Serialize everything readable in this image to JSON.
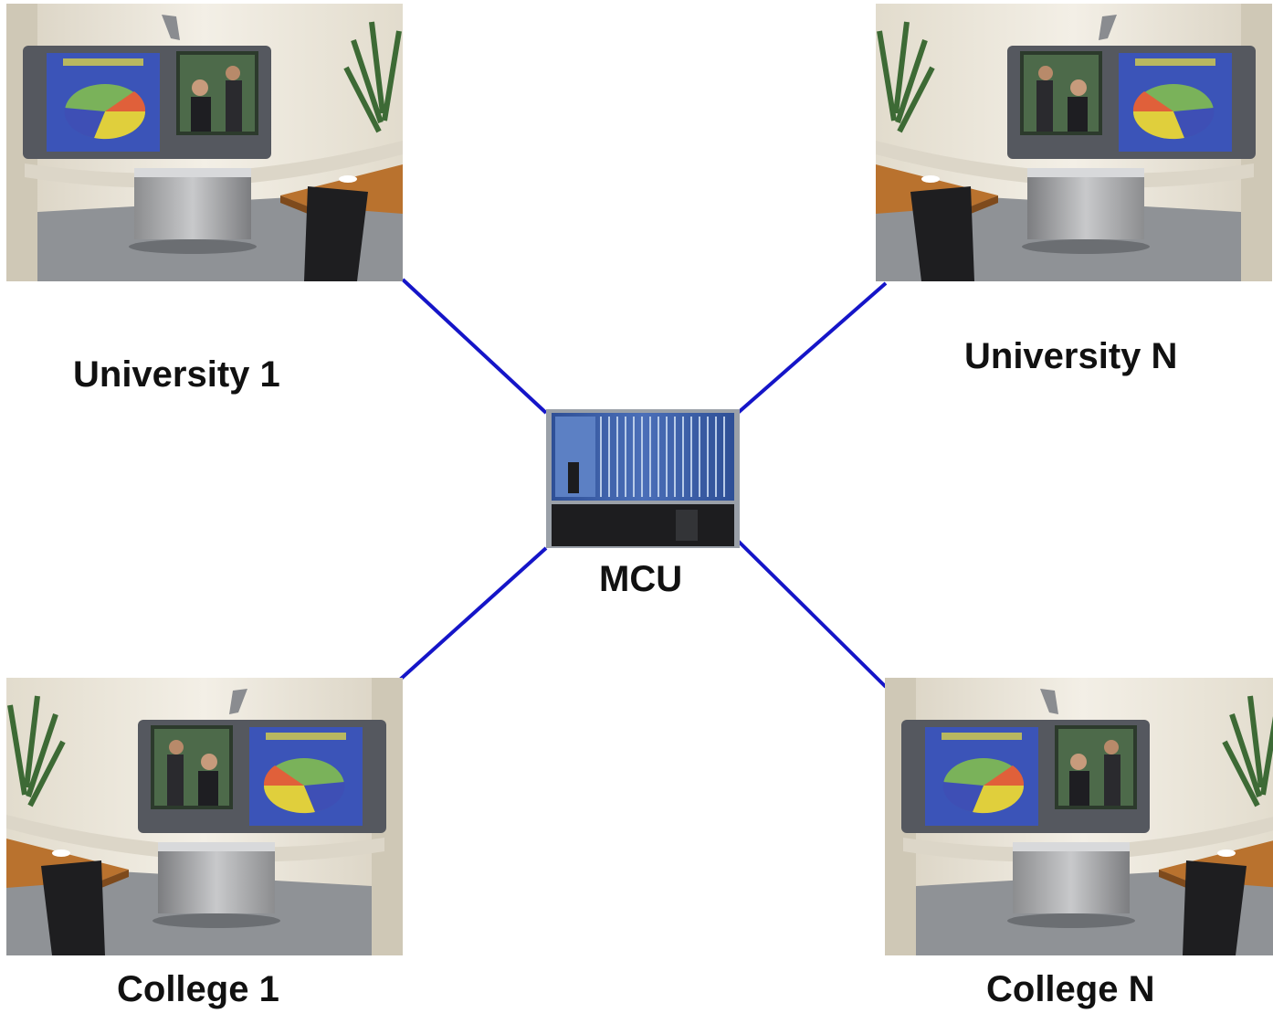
{
  "labels": {
    "university_1": "University 1",
    "university_n": "University N",
    "college_1": "College 1",
    "college_n": "College N",
    "mcu": "MCU"
  },
  "colors": {
    "link": "#1515c8",
    "wall": "#ece6d8",
    "floor": "#8c8f93",
    "screen_bezel": "#4b4e55",
    "slide_bg": "#3b54b8",
    "mcu_blue": "#3d5fa8",
    "mcu_black": "#1d1d1f"
  },
  "icons": {
    "room": "videoconference-room-photo",
    "mcu": "rack-server-photo"
  }
}
